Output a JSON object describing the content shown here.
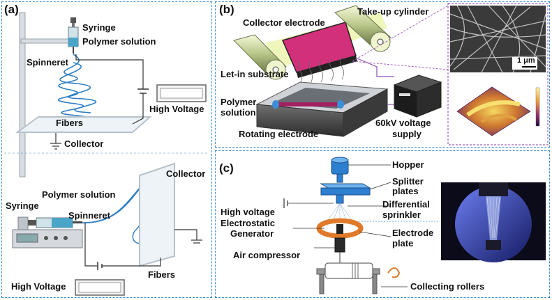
{
  "panel_a": {
    "letter": "(a)",
    "top": {
      "syringe": "Syringe",
      "polymer_solution": "Polymer solution",
      "spinneret": "Spinneret",
      "high_voltage": "High Voltage",
      "fibers": "Fibers",
      "collector": "Collector"
    },
    "bottom": {
      "collector": "Collector",
      "polymer_solution": "Polymer solution",
      "syringe": "Syringe",
      "spinneret": "Spinneret",
      "fibers": "Fibers",
      "high_voltage": "High Voltage"
    }
  },
  "panel_b": {
    "letter": "(b)",
    "collector_electrode": "Collector electrode",
    "take_up_cylinder": "Take-up cylinder",
    "let_in_substrate": "Let-in substrate",
    "polymer_solution_line1": "Polymer",
    "polymer_solution_line2": "solution",
    "rotating_electrode": "Rotating electrode",
    "supply_line1": "60kV voltage",
    "supply_line2": "supply",
    "scale_bar": "1 μm"
  },
  "panel_c": {
    "letter": "(c)",
    "hopper": "Hopper",
    "splitter_line1": "Splitter",
    "splitter_line2": "plates",
    "high_voltage": "High voltage",
    "differential_line1": "Differential",
    "differential_line2": "sprinkler",
    "generator_line1": "Electrostatic",
    "generator_line2": "Generator",
    "electrode_line1": "Electrode",
    "electrode_line2": "plate",
    "air_compressor": "Air compressor",
    "collecting_rollers": "Collecting rollers"
  },
  "colors": {
    "panel_border": "#3b8fd0",
    "fiber_blue": "#2f7fc4",
    "inset_border": "#a060c0",
    "electrode_orange": "#e07a2a",
    "hopper_blue": "#2d7fd0"
  }
}
